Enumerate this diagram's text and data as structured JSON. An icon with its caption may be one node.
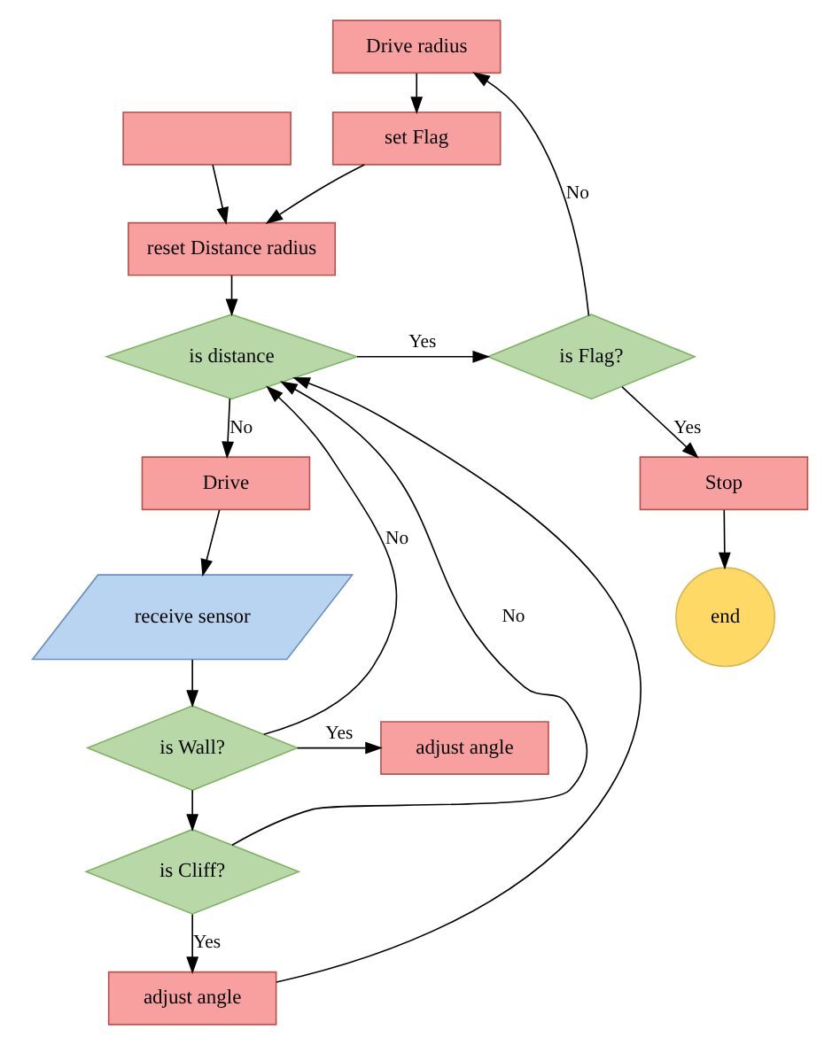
{
  "diagram": {
    "nodes": [
      {
        "text": [],
        "shape": "box"
      },
      {
        "text": [
          "reset Distance radius"
        ]
      },
      {
        "text": [
          "set Flag"
        ]
      },
      {
        "text": [
          "Drive radius"
        ]
      },
      {
        "text": [
          "is distance"
        ]
      },
      {
        "text": [
          "is Flag?"
        ]
      },
      {
        "text": [
          "Drive"
        ]
      },
      {
        "text": [
          "Stop"
        ]
      },
      {
        "text": [
          "receive sensor"
        ]
      },
      {
        "text": [
          "end"
        ]
      },
      {
        "text": [
          "is Wall?"
        ]
      },
      {
        "text": [
          "adjust angle"
        ]
      },
      {
        "text": [
          "is Cliff?"
        ]
      },
      {
        "text": [
          "adjust angle"
        ]
      }
    ],
    "edges": [
      {
        "from": 0,
        "to": 1,
        "arrow": "to"
      },
      {
        "from": 2,
        "to": 1,
        "arrow": "to"
      },
      {
        "from": 3,
        "to": 2,
        "arrow": "to"
      },
      {
        "from": 1,
        "to": 4,
        "arrow": "to"
      },
      {
        "from": 4,
        "to": 5,
        "arrow": "to",
        "label": "Yes"
      },
      {
        "from": 5,
        "to": 3,
        "arrow": "to",
        "label": "No"
      },
      {
        "from": 5,
        "to": 7,
        "arrow": "to",
        "label": "Yes"
      },
      {
        "from": 4,
        "to": 6,
        "arrow": "to",
        "label": "No"
      },
      {
        "from": 6,
        "to": 8,
        "arrow": "to"
      },
      {
        "from": 7,
        "to": 9,
        "arrow": "to"
      },
      {
        "from": 8,
        "to": 10,
        "arrow": "to"
      },
      {
        "from": 10,
        "to": 11,
        "arrow": "to",
        "label": "Yes"
      },
      {
        "from": 10,
        "to": 4,
        "arrow": "to",
        "label": "No"
      },
      {
        "from": 10,
        "to": 12,
        "arrow": "to"
      },
      {
        "from": 12,
        "to": 4,
        "arrow": "to",
        "label": "No"
      },
      {
        "from": 12,
        "to": 13,
        "arrow": "to",
        "label": "Yes"
      },
      {
        "from": 13,
        "to": 4,
        "arrow": "to"
      }
    ]
  }
}
